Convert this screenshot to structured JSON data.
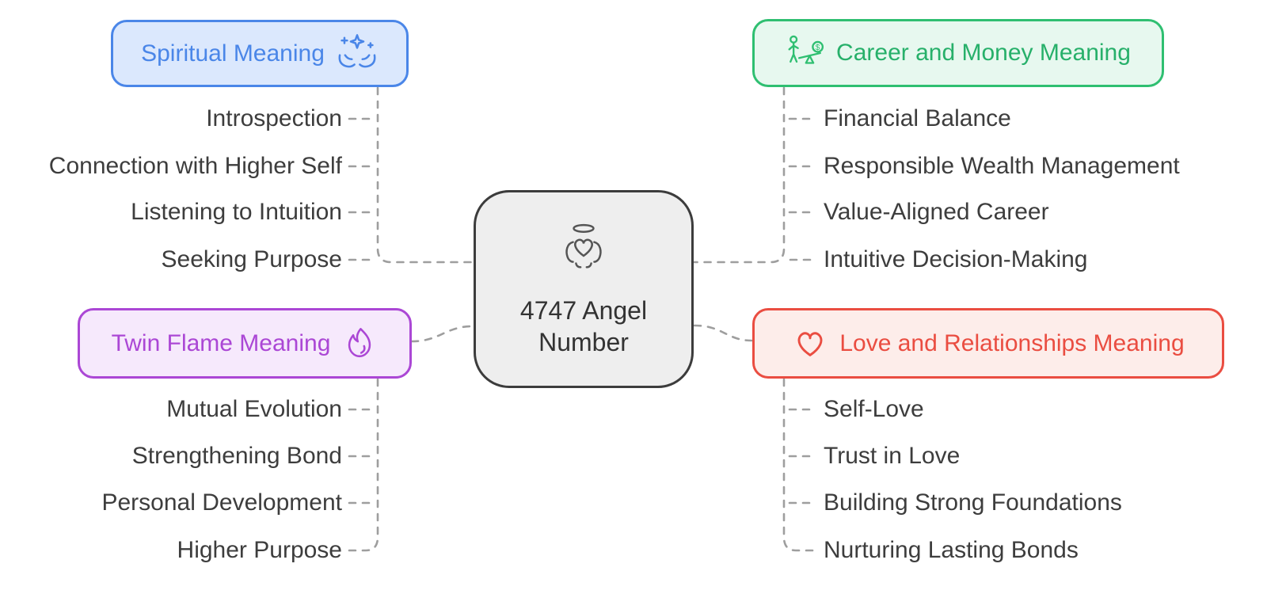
{
  "center": {
    "title": "4747 Angel Number",
    "icon": "angel-heart-halo-icon"
  },
  "branches": {
    "spiritual": {
      "label": "Spiritual Meaning",
      "icon": "hands-sparkles-icon",
      "accent_color": "#4a86e8",
      "fill_color": "#dbe8fd",
      "items": [
        "Introspection",
        "Connection with Higher Self",
        "Listening to Intuition",
        "Seeking Purpose"
      ]
    },
    "career": {
      "label": "Career and Money Meaning",
      "icon": "person-money-balance-icon",
      "accent_color": "#2fbf71",
      "fill_color": "#e7f8ef",
      "items": [
        "Financial Balance",
        "Responsible Wealth Management",
        "Value-Aligned Career",
        "Intuitive Decision-Making"
      ]
    },
    "twin_flame": {
      "label": "Twin Flame Meaning",
      "icon": "flame-icon",
      "accent_color": "#ab47d5",
      "fill_color": "#f6e9fc",
      "items": [
        "Mutual Evolution",
        "Strengthening Bond",
        "Personal Development",
        "Higher Purpose"
      ]
    },
    "love": {
      "label": "Love and Relationships Meaning",
      "icon": "heart-icon",
      "accent_color": "#ea4d41",
      "fill_color": "#fdedea",
      "items": [
        "Self-Love",
        "Trust in Love",
        "Building Strong Foundations",
        "Nurturing Lasting Bonds"
      ]
    }
  },
  "connector_color": "#9e9e9e"
}
